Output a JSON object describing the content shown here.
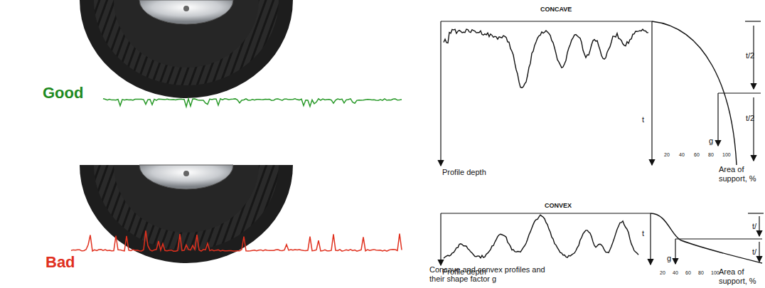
{
  "diagram": {
    "caption": "Concave and convex profiles and their shape factor g",
    "labels": [
      "Good",
      "Bad",
      "CONCAVE",
      "Profile depth",
      "t",
      "t/2",
      "t/2",
      "g",
      "20",
      "40",
      "60",
      "80",
      "100",
      "Area of support, %",
      "CONVEX",
      "Profile depth",
      "t",
      "t/",
      "t/",
      "g",
      "20",
      "40",
      "60",
      "80",
      "100",
      "Area of support, %"
    ]
  }
}
